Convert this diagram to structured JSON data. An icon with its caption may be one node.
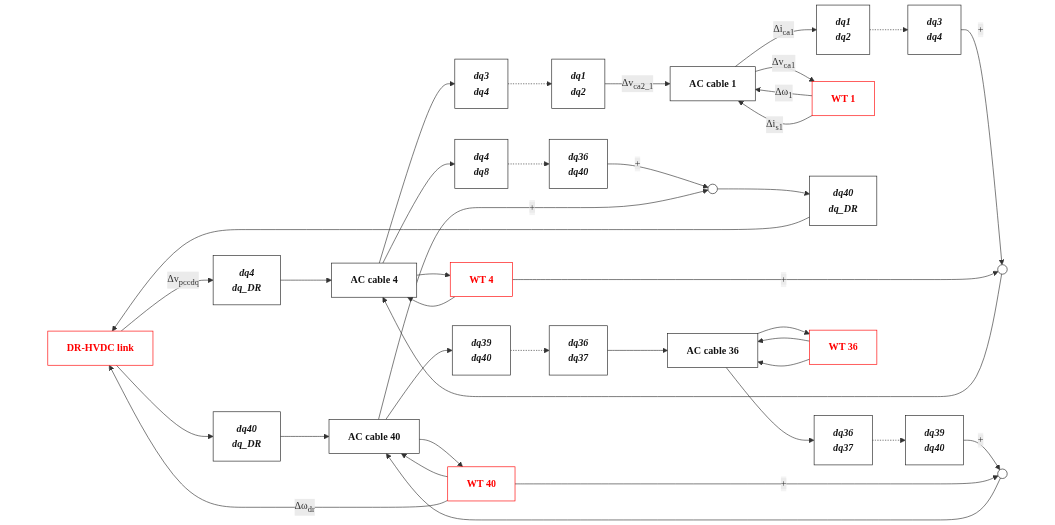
{
  "diagram": {
    "nodes": [
      {
        "text": [
          "DR-HVDC link"
        ]
      },
      {
        "text": [
          "dq4",
          "dq_DR"
        ]
      },
      {
        "text": [
          "AC cable 4"
        ]
      },
      {
        "text": [
          "dq3",
          "dq4"
        ]
      },
      {
        "text": [
          "dq1",
          "dq2"
        ]
      },
      {
        "text": [
          "AC cable 1"
        ]
      },
      {
        "text": [],
        "shape": "circle"
      },
      {
        "text": [
          "dq3",
          "dq4"
        ]
      },
      {
        "text": [
          "dq1",
          "dq2"
        ]
      },
      {
        "text": [
          "WT 4"
        ]
      },
      {
        "text": [
          "WT 1"
        ]
      },
      {
        "text": [
          "dq4",
          "dq8"
        ]
      },
      {
        "text": [
          "dq36",
          "dq40"
        ]
      },
      {
        "text": [
          "dq40",
          "dq_DR"
        ]
      },
      {
        "text": [
          "AC cable 40"
        ]
      },
      {
        "text": [
          "dq39",
          "dq40"
        ]
      },
      {
        "text": [
          "dq36",
          "dq37"
        ]
      },
      {
        "text": [
          "AC cable 36"
        ]
      },
      {
        "text": [],
        "shape": "circle"
      },
      {
        "text": [
          "dq40",
          "dq_DR"
        ]
      },
      {
        "text": [],
        "shape": "circle"
      },
      {
        "text": [
          "dq39",
          "dq40"
        ]
      },
      {
        "text": [
          "dq36",
          "dq37"
        ]
      },
      {
        "text": [
          "WT 40"
        ]
      },
      {
        "text": [
          "WT 36"
        ]
      }
    ],
    "edges": [
      {
        "from": 0,
        "to": 1,
        "arrow": "to",
        "label": "Δv$_{pccdq}$"
      },
      {
        "from": 0,
        "to": 13,
        "arrow": "to"
      },
      {
        "from": 1,
        "to": 2,
        "arrow": "to"
      },
      {
        "from": 2,
        "to": 3,
        "arrow": "to"
      },
      {
        "from": 3,
        "to": 4,
        "arrow": "to",
        "style": "dashed"
      },
      {
        "from": 4,
        "to": 5,
        "arrow": "to",
        "label": "Δv$_{ca2_1}$"
      },
      {
        "from": 5,
        "to": 8,
        "arrow": "to",
        "label": "Δi$_{ca1}$"
      },
      {
        "from": 8,
        "to": 7,
        "arrow": "to",
        "style": "dashed"
      },
      {
        "from": 7,
        "to": 6,
        "arrow": "to",
        "label": "+"
      },
      {
        "from": 9,
        "to": 6,
        "arrow": "to",
        "label": "+"
      },
      {
        "from": 6,
        "to": 2,
        "arrow": "to"
      },
      {
        "from": 2,
        "to": 9,
        "arrow": "to"
      },
      {
        "from": 9,
        "to": 2,
        "arrow": "to"
      },
      {
        "from": 2,
        "to": 11,
        "arrow": "to"
      },
      {
        "from": 11,
        "to": 12,
        "arrow": "to",
        "style": "dashed"
      },
      {
        "from": 12,
        "to": 18,
        "arrow": "to",
        "label": "+"
      },
      {
        "from": 5,
        "to": 10,
        "arrow": "to",
        "label": "Δv$_{ca1}$"
      },
      {
        "from": 10,
        "to": 5,
        "arrow": "to",
        "label": "Δω$_{1}$"
      },
      {
        "from": 10,
        "to": 5,
        "arrow": "to",
        "label": "Δi$_{s1}$"
      },
      {
        "from": 13,
        "to": 14,
        "arrow": "to"
      },
      {
        "from": 14,
        "to": 15,
        "arrow": "to"
      },
      {
        "from": 15,
        "to": 16,
        "arrow": "to",
        "style": "dashed"
      },
      {
        "from": 16,
        "to": 17,
        "arrow": "to"
      },
      {
        "from": 17,
        "to": 22,
        "arrow": "to"
      },
      {
        "from": 22,
        "to": 21,
        "arrow": "to",
        "style": "dashed"
      },
      {
        "from": 21,
        "to": 20,
        "arrow": "to",
        "label": "+"
      },
      {
        "from": 23,
        "to": 20,
        "arrow": "to",
        "label": "+"
      },
      {
        "from": 20,
        "to": 14,
        "arrow": "to"
      },
      {
        "from": 14,
        "to": 18,
        "arrow": "to",
        "label": "+"
      },
      {
        "from": 18,
        "to": 19,
        "arrow": "to"
      },
      {
        "from": 19,
        "to": 0,
        "arrow": "to"
      },
      {
        "from": 14,
        "to": 23,
        "arrow": "to"
      },
      {
        "from": 23,
        "to": 14,
        "arrow": "to"
      },
      {
        "from": 23,
        "to": 0,
        "arrow": "to",
        "label": "Δω$_{dr}$"
      },
      {
        "from": 17,
        "to": 24,
        "arrow": "to"
      },
      {
        "from": 24,
        "to": 17,
        "arrow": "to"
      },
      {
        "from": 24,
        "to": 17,
        "arrow": "to"
      }
    ]
  }
}
